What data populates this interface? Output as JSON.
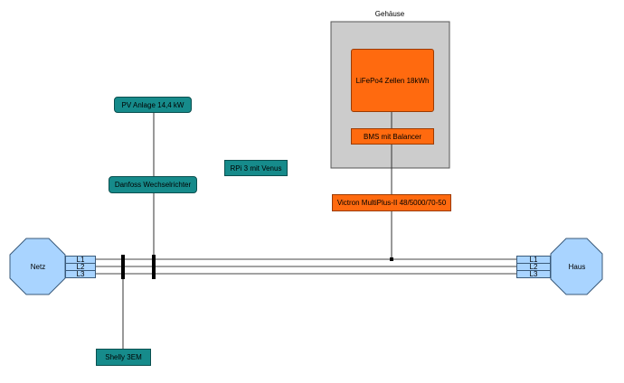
{
  "housing": {
    "title": "Gehäuse"
  },
  "battery_cells": {
    "label": "LiFePo4 Zellen 18kWh"
  },
  "bms": {
    "label": "BMS mit Balancer"
  },
  "inverter_charger": {
    "label": "Victron MultiPlus-II 48/5000/70-50"
  },
  "pv_system": {
    "label": "PV Anlage 14,4 kW"
  },
  "pv_inverter": {
    "label": "Danfoss Wechselrichter"
  },
  "raspberry": {
    "label": "RPi 3 mit Venus"
  },
  "energy_meter": {
    "label": "Shelly 3EM"
  },
  "grid": {
    "label": "Netz",
    "phases": [
      "L1",
      "L2",
      "L3"
    ]
  },
  "house": {
    "label": "Haus",
    "phases": [
      "L1",
      "L2",
      "L3"
    ]
  },
  "colors": {
    "teal": "#168b8b",
    "orange": "#ff6a0f",
    "node_blue": "#a9d4ff",
    "housing_gray": "#cccccc"
  }
}
